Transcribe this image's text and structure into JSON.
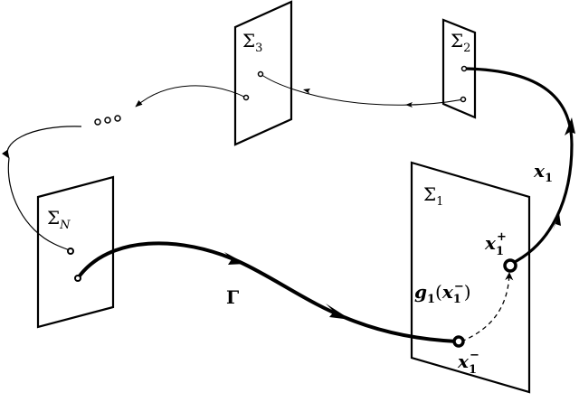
{
  "diagram": {
    "sections": {
      "sigma_1": {
        "base": "Σ",
        "sub": "1"
      },
      "sigma_2": {
        "base": "Σ",
        "sub": "2"
      },
      "sigma_3": {
        "base": "Σ",
        "sub": "3"
      },
      "sigma_n": {
        "base": "Σ",
        "sub": "N"
      }
    },
    "labels": {
      "gamma": "Γ",
      "x1": {
        "base": "x",
        "sub": "1"
      },
      "x1_plus": {
        "base": "x",
        "sub": "1",
        "sup": "+"
      },
      "x1_minus": {
        "base": "x",
        "sub": "1",
        "sup": "−"
      },
      "g1": {
        "base": "g",
        "sub": "1",
        "arg_open": "(",
        "arg_base": "x",
        "arg_sub": "1",
        "arg_sup": "−",
        "arg_close": ")"
      }
    },
    "ellipsis_dots": 3
  }
}
